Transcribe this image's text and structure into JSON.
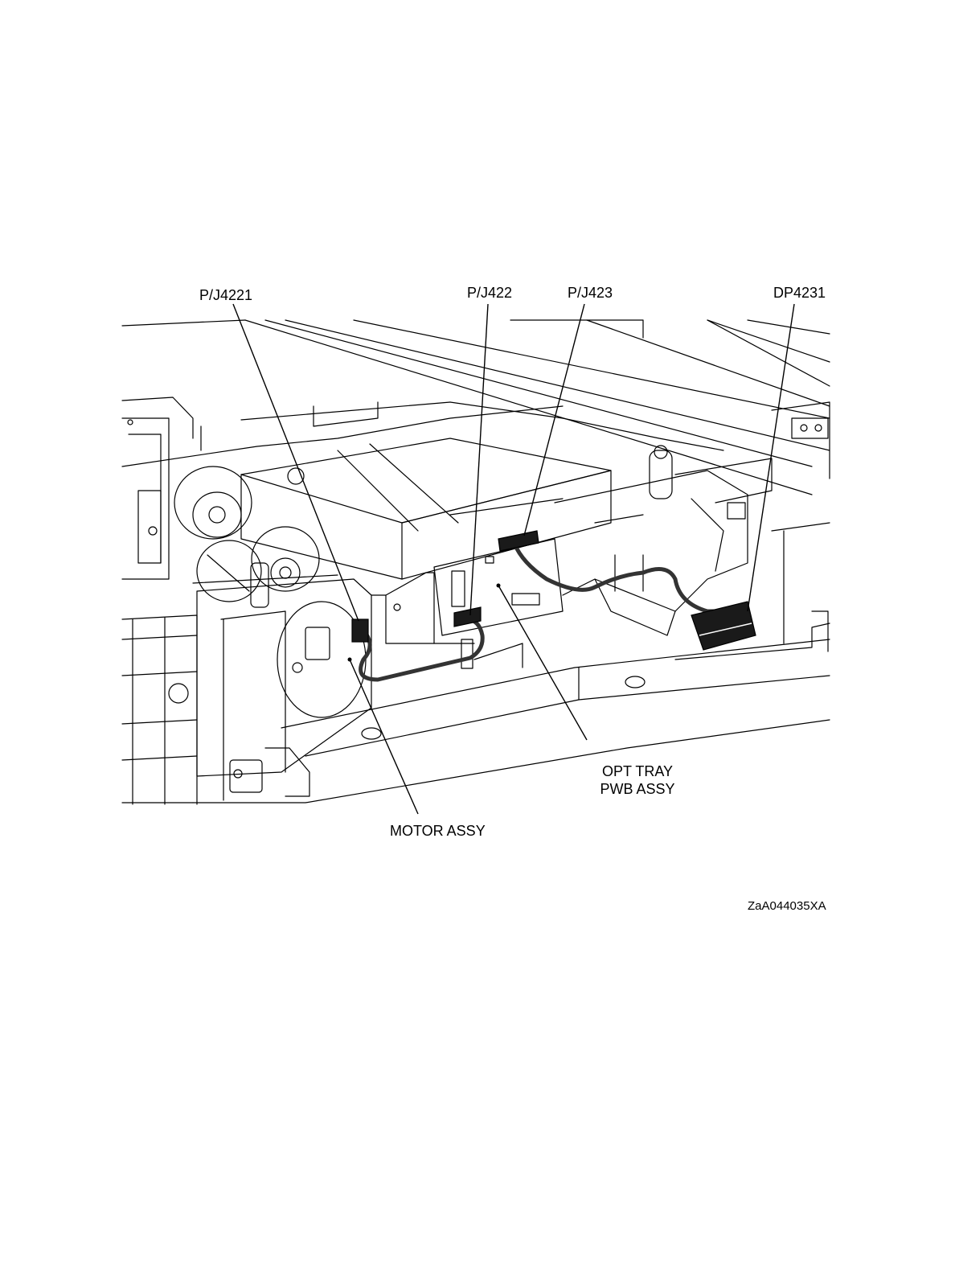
{
  "callouts": {
    "pj4221": "P/J4221",
    "pj422": "P/J422",
    "pj423": "P/J423",
    "dp4231": "DP4231",
    "motor_assy": "MOTOR ASSY",
    "opt_tray_line1": "OPT TRAY",
    "opt_tray_line2": "PWB ASSY"
  },
  "figure_id": "ZaA044035XA",
  "colors": {
    "line": "#000000",
    "background": "#ffffff",
    "harness": "#333333",
    "connector": "#1a1a1a"
  }
}
